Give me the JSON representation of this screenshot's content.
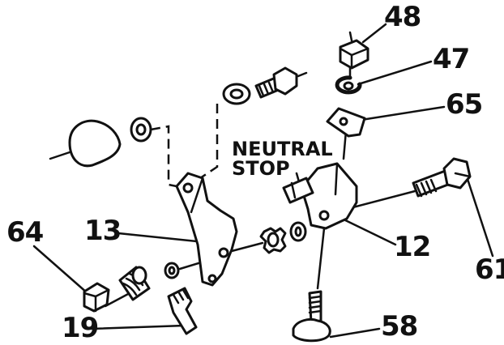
{
  "diagram": {
    "neutral_stop": [
      "NEUTRAL",
      "STOP"
    ],
    "callouts": {
      "c48": "48",
      "c47": "47",
      "c65": "65",
      "c61": "61",
      "c12": "12",
      "c58": "58",
      "c13": "13",
      "c64": "64",
      "c19": "19"
    }
  }
}
